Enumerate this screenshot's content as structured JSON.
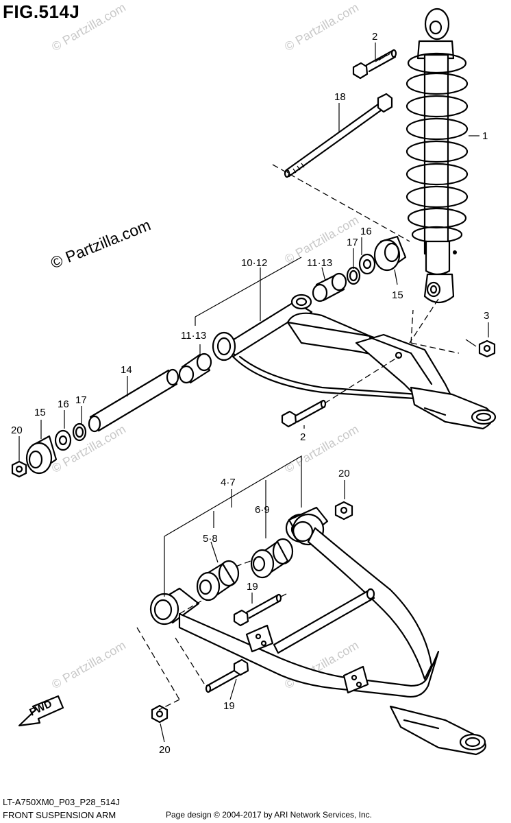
{
  "figure_title": "FIG.514J",
  "watermark_main": "© Partzilla.com",
  "watermark_faint": "© Partzilla.com",
  "fwd_label": "FWD",
  "callouts": {
    "c1": "1",
    "c2a": "2",
    "c2b": "2",
    "c3": "3",
    "c4_7": "4·7",
    "c5_8": "5·8",
    "c6_9": "6·9",
    "c10_12": "10·12",
    "c11_13a": "11·13",
    "c11_13b": "11·13",
    "c14": "14",
    "c15a": "15",
    "c15b": "15",
    "c16a": "16",
    "c16b": "16",
    "c17a": "17",
    "c17b": "17",
    "c18": "18",
    "c19a": "19",
    "c19b": "19",
    "c20a": "20",
    "c20b": "20",
    "c20c": "20"
  },
  "footer": {
    "code": "LT-A750XM0_P03_P28_514J",
    "name": "FRONT SUSPENSION ARM",
    "credit": "Page design © 2004-2017 by ARI Network Services, Inc."
  }
}
